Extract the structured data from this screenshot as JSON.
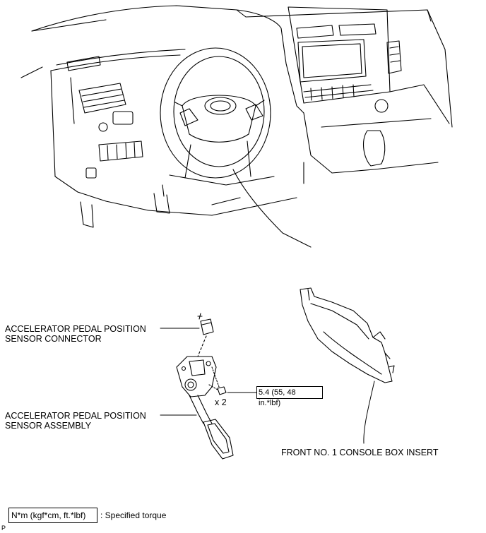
{
  "labels": {
    "connector_line1": "ACCELERATOR PEDAL POSITION",
    "connector_line2": "SENSOR CONNECTOR",
    "assembly_line1": "ACCELERATOR PEDAL POSITION",
    "assembly_line2": "SENSOR ASSEMBLY",
    "console_insert": "FRONT NO. 1 CONSOLE BOX INSERT",
    "quantity": "x 2"
  },
  "torque": {
    "line1": "5.4 (55, 48",
    "line2": "in.*lbf)"
  },
  "legend": {
    "box_text": "N*m (kgf*cm, ft.*lbf)",
    "description": ": Specified torque"
  },
  "footer": {
    "code": "P"
  }
}
